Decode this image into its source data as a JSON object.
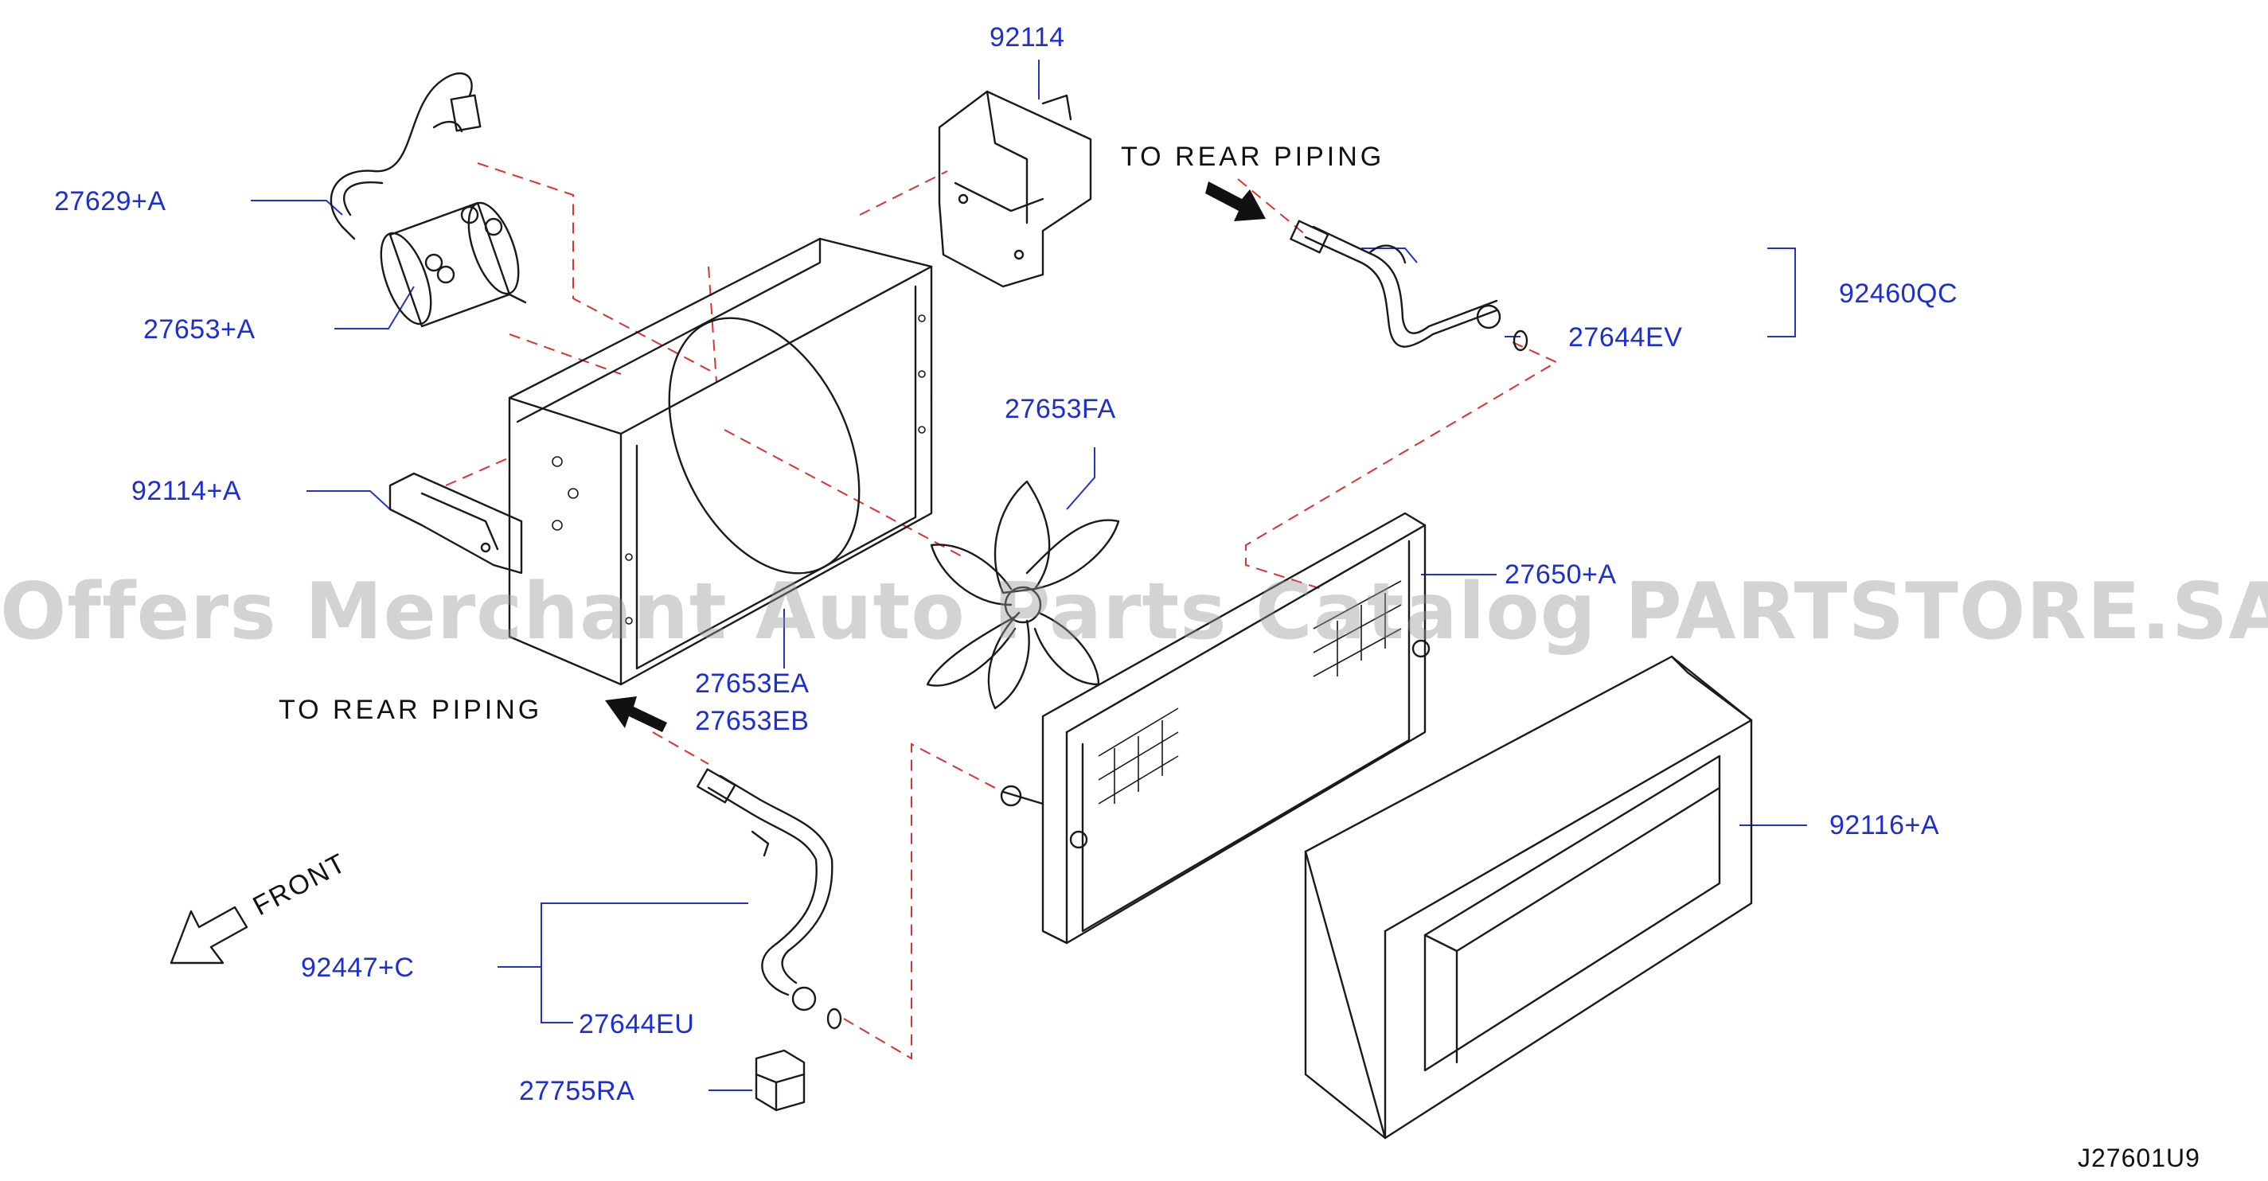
{
  "labels": {
    "p27629a": "27629+A",
    "p27653a": "27653+A",
    "p92114a": "92114+A",
    "p92114": "92114",
    "p92460qc": "92460QC",
    "p27644ev": "27644EV",
    "p27653fa": "27653FA",
    "p27650a": "27650+A",
    "p27653ea": "27653EA",
    "p27653eb": "27653EB",
    "p92116a": "92116+A",
    "p92447c": "92447+C",
    "p27644eu": "27644EU",
    "p27755ra": "27755RA"
  },
  "notes": {
    "to_rear_piping_top": "TO  REAR  PIPING",
    "to_rear_piping_left": "TO  REAR  PIPING",
    "front": "FRONT"
  },
  "reference_code": "J27601U9",
  "watermark": "Offers Merchant Auto Parts Catalog PARTSTORE.SA",
  "colors": {
    "label": "#1e2fd0",
    "leader": "#2233cc",
    "dashed_line": "#e03030",
    "drawing": "#1a1a1a"
  }
}
